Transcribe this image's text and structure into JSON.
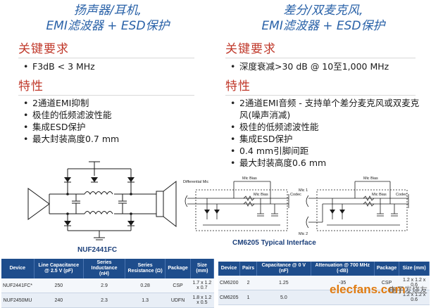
{
  "left": {
    "title_line1": "扬声器/耳机,",
    "title_line2": "EMI滤波器 + ESD保护",
    "requirements_head": "关键要求",
    "requirements": [
      "F3dB < 3 MHz"
    ],
    "features_head": "特性",
    "features": [
      "2通道EMI抑制",
      "极佳的低频滤波性能",
      "集成ESD保护",
      "最大封装高度0.7 mm"
    ],
    "caption": "NUF2441FC",
    "table": {
      "headers": [
        "Device",
        "Line Capacitance @ 2.5 V (pF)",
        "Series Inductance (nH)",
        "Series Resistance (Ω)",
        "Package",
        "Size (mm)"
      ],
      "rows": [
        [
          "NUF2441FC*",
          "250",
          "2.9",
          "0.28",
          "CSP",
          "1.7 x 1.2 x 0.7"
        ],
        [
          "NUF2450MU",
          "240",
          "2.3",
          "1.3",
          "UDFN",
          "1.8 x 1.2 x 0.5"
        ]
      ]
    }
  },
  "right": {
    "title_line1": "差分/双麦克风,",
    "title_line2": "EMI滤波器 + ESD保护",
    "requirements_head": "关键要求",
    "requirements": [
      "深度衰减>30 dB @ 10至1,000 MHz"
    ],
    "features_head": "特性",
    "features": [
      "2通道EMI音频 - 支持单个差分麦克风或双麦克风(噪声消减)",
      "极佳的低频滤波性能",
      "集成ESD保护",
      "0.4 mm引脚间距",
      "最大封装高度0.6 mm"
    ],
    "caption": "CM6205 Typical Interface",
    "diagram_labels": {
      "differential_mic": "Differential Mic",
      "mic_bias_1": "Mic Bias",
      "mic_bias_2": "Mic Bias",
      "codec_1": "Codec",
      "mic1": "Mic 1",
      "mic2": "Mic 2",
      "mic_bias_3": "Mic Bias",
      "mic_bias_4": "Mic Bias",
      "codec_2": "Codec"
    },
    "table": {
      "headers": [
        "Device",
        "Pairs",
        "Capacitance @ 0 V (nF)",
        "Attenuation @ 700 MHz (-dB)",
        "Package",
        "Size (mm)"
      ],
      "rows": [
        [
          "CM6200",
          "2",
          "1.25",
          "-35",
          "CSP",
          "1.2 x 1.2 x 0.6"
        ],
        [
          "CM6205",
          "1",
          "5.0",
          "",
          "",
          "1.2 x 1.2 x 0.6"
        ]
      ]
    }
  },
  "watermark": {
    "brand": "elecfans.com",
    "cn": "电子发烧友",
    "sub": ""
  }
}
